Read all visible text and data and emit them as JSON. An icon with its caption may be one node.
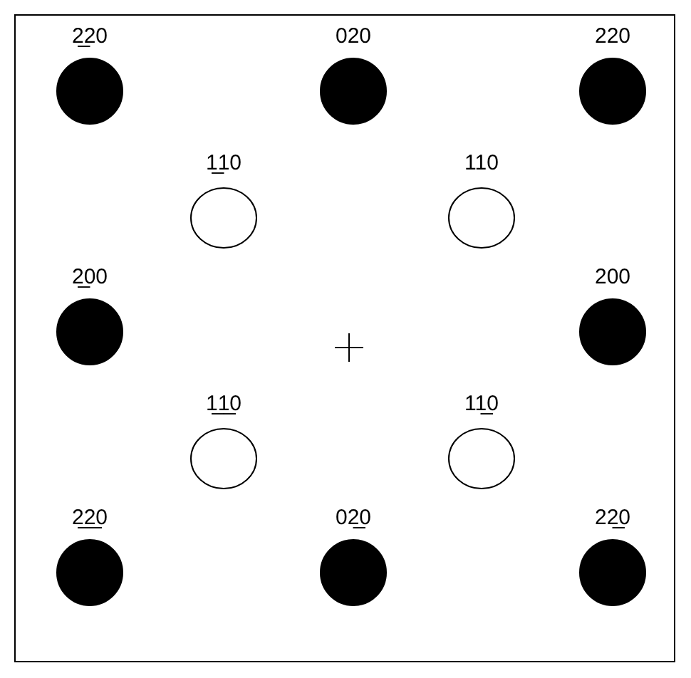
{
  "diagram": {
    "nodes": [
      {
        "text": [],
        "shape": "disc",
        "beside": [
          "2̲20"
        ]
      },
      {
        "text": [],
        "shape": "disc",
        "beside": [
          "020"
        ]
      },
      {
        "text": [],
        "shape": "disc",
        "beside": [
          "220"
        ]
      },
      {
        "text": [],
        "shape": "circle",
        "beside": [
          "1̲10"
        ]
      },
      {
        "text": [],
        "shape": "circle",
        "beside": [
          "110"
        ]
      },
      {
        "text": [],
        "shape": "disc",
        "beside": [
          "2̲00"
        ]
      },
      {
        "text": [],
        "shape": "disc",
        "beside": [
          "200"
        ]
      },
      {
        "text": [],
        "shape": "circle",
        "beside": [
          "1̲1̲0"
        ]
      },
      {
        "text": [],
        "shape": "circle",
        "beside": [
          "11̲0"
        ]
      },
      {
        "text": [],
        "shape": "disc",
        "beside": [
          "2̲2̲0"
        ]
      },
      {
        "text": [],
        "shape": "disc",
        "beside": [
          "02̲0"
        ]
      },
      {
        "text": [],
        "shape": "disc",
        "beside": [
          "22̲0"
        ]
      }
    ]
  }
}
